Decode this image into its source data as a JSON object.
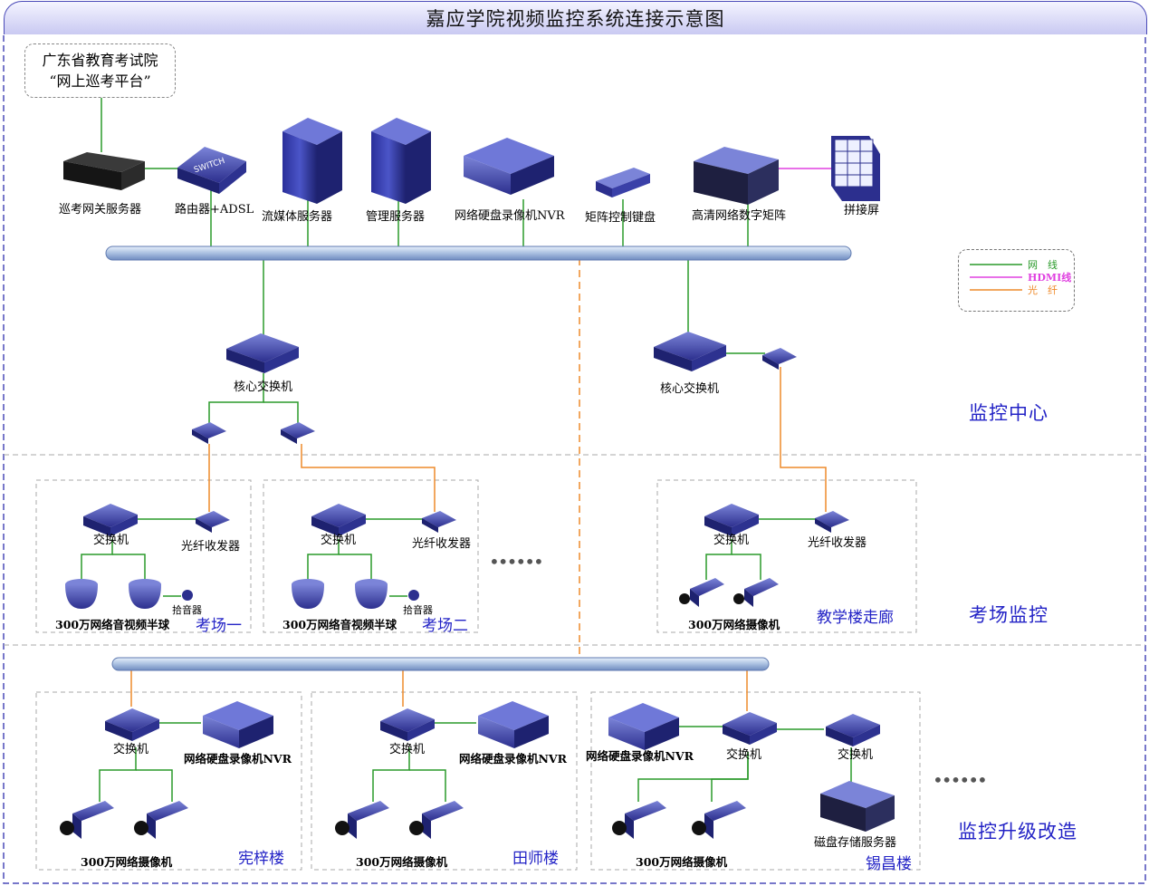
{
  "title": "嘉应学院视频监控系统连接示意图",
  "top_box": {
    "line1": "广东省教育考试院",
    "line2": "“网上巡考平台”"
  },
  "legend": [
    {
      "label": "网　线",
      "color": "#2a9a2a"
    },
    {
      "label": "HDMI线",
      "color": "#e040e0"
    },
    {
      "label": "光　纤",
      "color": "#ee8a2a"
    }
  ],
  "zones": {
    "center": "监控中心",
    "exam": "考场监控",
    "upgrade": "监控升级改造"
  },
  "devices": {
    "gateway": "巡考网关服务器",
    "router": "路由器+ADSL",
    "switch_text": "SWITCH",
    "stream": "流媒体服务器",
    "mgmt": "管理服务器",
    "nvr": "网络硬盘录像机NVR",
    "keyboard": "矩阵控制键盘",
    "matrix": "高清网络数字矩阵",
    "wall": "拼接屏",
    "core_left": "核心交换机",
    "core_right": "核心交换机"
  },
  "exam_rooms": [
    {
      "switch": "交换机",
      "transceiver": "光纤收发器",
      "mic": "拾音器",
      "camera": "300万网络音视频半球",
      "name": "考场一"
    },
    {
      "switch": "交换机",
      "transceiver": "光纤收发器",
      "mic": "拾音器",
      "camera": "300万网络音视频半球",
      "name": "考场二"
    },
    {
      "switch": "交换机",
      "transceiver": "光纤收发器",
      "camera": "300万网络摄像机",
      "name": "教学楼走廊"
    }
  ],
  "buildings": [
    {
      "switch": "交换机",
      "nvr": "网络硬盘录像机NVR",
      "camera": "300万网络摄像机",
      "name": "宪梓楼"
    },
    {
      "switch": "交换机",
      "nvr": "网络硬盘录像机NVR",
      "camera": "300万网络摄像机",
      "name": "田师楼"
    },
    {
      "switch": "交换机",
      "switch2": "交换机",
      "nvr": "网络硬盘录像机NVR",
      "storage": "磁盘存储服务器",
      "camera": "300万网络摄像机",
      "name": "锡昌楼"
    }
  ],
  "ellipsis": "••••••"
}
